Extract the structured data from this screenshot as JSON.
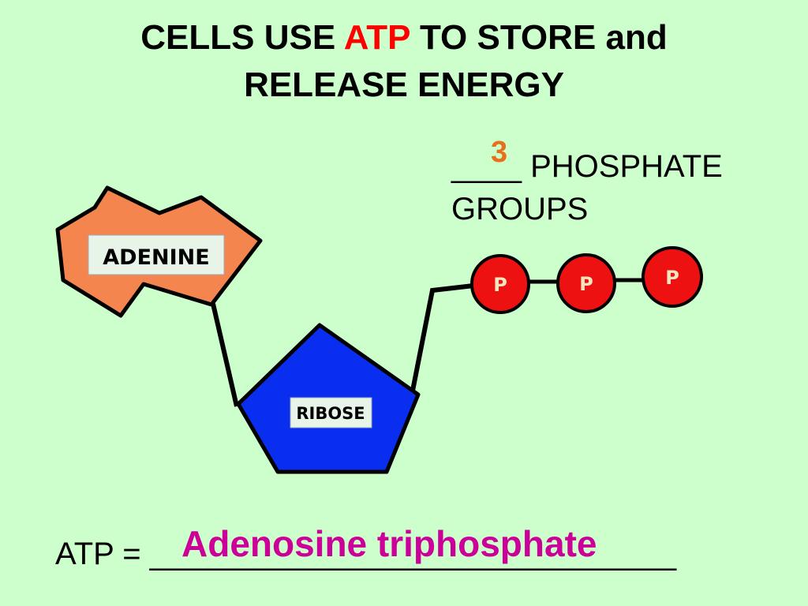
{
  "title": {
    "line1_pre": "CELLS USE ",
    "line1_accent": "ATP",
    "line1_post": " TO STORE and",
    "line2": "RELEASE ENERGY"
  },
  "phosphate": {
    "blank": "____",
    "text_line1": "PHOSPHATE",
    "text_line2": "GROUPS",
    "answer": "3"
  },
  "molecule": {
    "adenine_label": "ADENINE",
    "ribose_label": "RIBOSE",
    "phosphate_label": "P",
    "phosphate_count": 3
  },
  "definition": {
    "prefix": "ATP = ",
    "blank": "______________________________",
    "answer": "Adenosine triphosphate"
  },
  "colors": {
    "accent": "#ff0000",
    "answer_num": "#e8701a",
    "answer_text": "#cc0099",
    "adenine": "#f5854e",
    "ribose": "#0a2ef0",
    "phosphate": "#ee1111",
    "background": "#ccffcc"
  }
}
